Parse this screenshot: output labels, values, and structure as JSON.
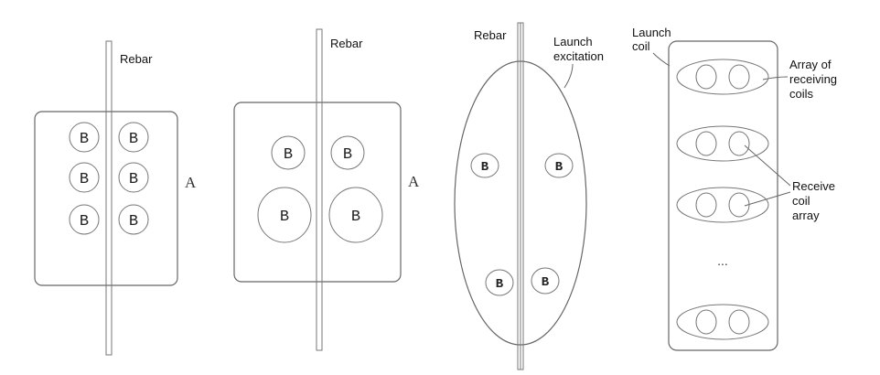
{
  "panel1": {
    "rebar_label": "Rebar",
    "box_label": "A",
    "coil_label": "B"
  },
  "panel2": {
    "rebar_label": "Rebar",
    "box_label": "A",
    "coil_label": "B"
  },
  "panel3": {
    "rebar_label": "Rebar",
    "excitation_label": [
      "Launch",
      "excitation"
    ],
    "coil_label": "B"
  },
  "panel4": {
    "launch_coil_label": [
      "Launch",
      "coil"
    ],
    "array_label": [
      "Array of",
      "receiving",
      "coils"
    ],
    "receive_label": [
      "Receive",
      "coil",
      "array"
    ],
    "ellipsis": "..."
  }
}
